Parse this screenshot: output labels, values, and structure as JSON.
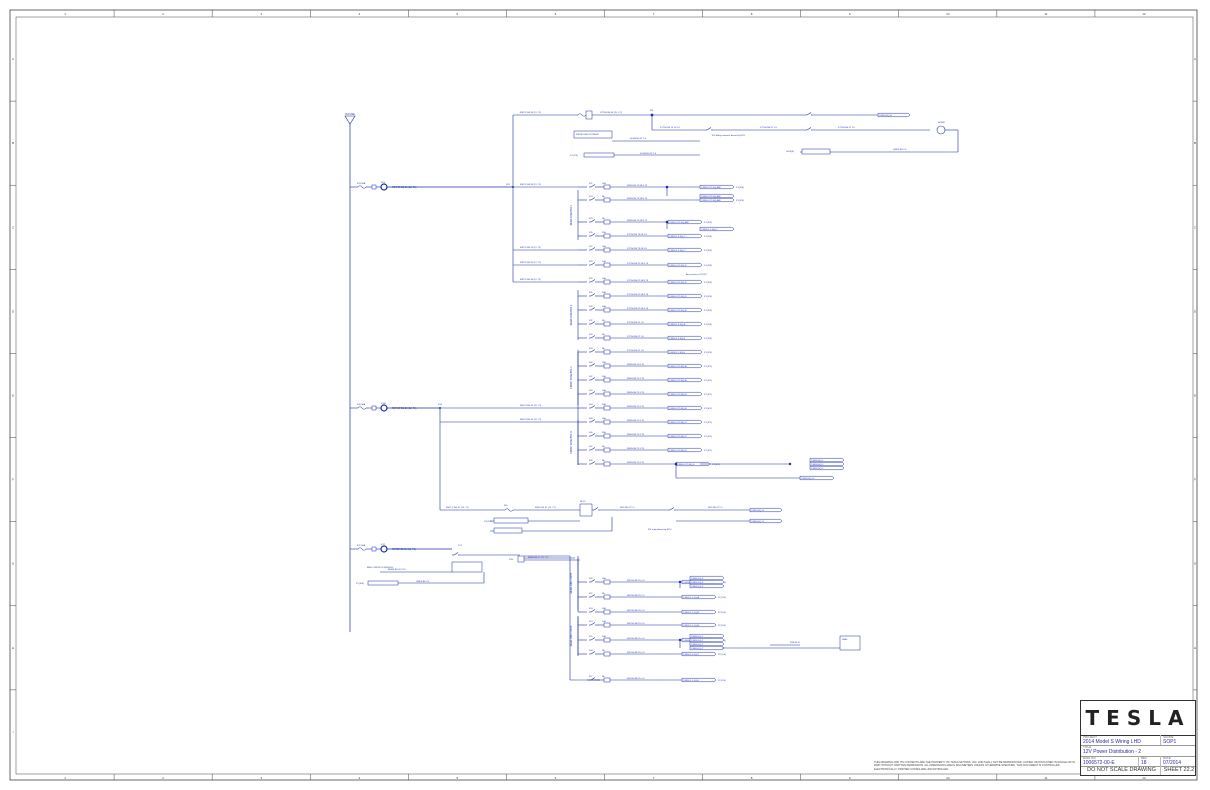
{
  "border": {
    "columns": [
      "1",
      "2",
      "3",
      "4",
      "5",
      "6",
      "7",
      "8",
      "9",
      "10",
      "11",
      "12"
    ],
    "rows": [
      "A",
      "B",
      "C",
      "D",
      "E",
      "F",
      "G",
      "H",
      "I"
    ]
  },
  "title_block": {
    "logo": "TESLA",
    "project_label": "PROJECT",
    "project": "2014 Model S Wiring LHD",
    "scope_label": "SCOPE",
    "scope": "SOP1",
    "title_label": "TITLE",
    "title": "12V Power Distribution - 2",
    "drawing_label": "DWG NO",
    "drawing_no": "1006572-00-E",
    "rev_label": "REV",
    "rev": "18",
    "date_label": "DATE",
    "date": "07/2014",
    "footer_left": "DO NOT SCALE DRAWING",
    "footer_right": "SHEET 22.2"
  },
  "notes": "THIS DRAWING AND ITS CONTENTS ARE THE PROPERTY OF TESLA MOTORS, INC. AND SHALL NOT BE REPRODUCED, COPIED OR DISCLOSED IN WHOLE OR IN PART WITHOUT WRITTEN PERMISSION. ALL DIMENSIONS ARE IN MILLIMETERS UNLESS OTHERWISE SPECIFIED. THIS DOCUMENT IS CONTROLLED ELECTRONICALLY; PRINTED COPIES ARE UNCONTROLLED.",
  "schematic": {
    "supply_label": "B+FUSE",
    "fuse_groups": [
      {
        "fuse": "F23 50A",
        "relay": "K21",
        "wire": "RST SP B0 20 (12, 71)",
        "splice": "S21"
      },
      {
        "fuse": "F20 50A",
        "relay": "K1-E",
        "wire": "RST SP B0 20 (12, 71)",
        "splice": "S14"
      },
      {
        "fuse": "F11 50A",
        "relay": "K17",
        "wire": "RSTSP B0 20 (12, 71)",
        "splice": "S06"
      }
    ],
    "branch_wires": [
      "RST11 B0 30 (12, 71)",
      "RST11 B0 30 (12, 71)",
      "RST11 B0 32 (12, 71)",
      "RST11 B0 32 (12, 71)",
      "RST11 B0 30 (12, 71)",
      "RST21 B0 32 (12, 71)",
      "RST21 B0 32 (12, 71)",
      "RST1 T BG 0T (12, 71)"
    ],
    "rail_labels": [
      "REAR FUSE BOX 1",
      "REAR FUSE BOX 2",
      "FRONT FUSE BOX 3",
      "FRONT FUSE BOX 4",
      "REAR JUNCTION 5",
      "REAR JUNCTION 6"
    ],
    "top_items": {
      "wire_a": "STTS0 B0 00 (15, 1.2)",
      "wire_b": "STTS0 B0 10 10 2.0",
      "wire_c": "STTS0 B0 07 1.0",
      "wire_d": "STTS0 B0 07 1.0",
      "wire_e": "SCHS B0 07 1.0",
      "wire_f": "GNDS B0 2.0",
      "wire_g": "SCHS B0 07 1.0",
      "relay_note": "F/F Relay contacts driven by ECU",
      "horn": "HORN",
      "connector": "X1 (7/4)",
      "ground": "G2 R(4)"
    },
    "fused_circuits": [
      {
        "fuse": "F21",
        "amp": "10A",
        "wire": "FRSS B0 75 08 0.75",
        "dest": "FSRG 0.75 SQ-A/B",
        "ref": "X1 (3/9)"
      },
      {
        "fuse": "F24",
        "amp": "5A",
        "wire": "FRSS B0 75 08 0.75",
        "dest": "FSRG 0.75 SQ-A/B",
        "ref": "X1 (3/9)"
      },
      {
        "fuse": "F25",
        "amp": "5A",
        "wire": "FRSS B0 75 08 0.75",
        "dest": "FSRG 0.75 SQ-A/B",
        "ref": "X1 (3/9)"
      },
      {
        "fuse": "F26",
        "amp": "15A",
        "wire": "STTS0 B0 75 08 1.0",
        "dest": "FSRG 1.0 SQ-C",
        "ref": "X1 (3/9)"
      },
      {
        "fuse": "F27",
        "amp": "15A",
        "wire": "STTS0 B0 75 08 1.0",
        "dest": "FSRG 1.0 SQ-C",
        "ref": "X1 (3/9)"
      },
      {
        "fuse": "F28",
        "amp": "10A",
        "wire": "STTS0 B0 07 08 0.75",
        "dest": "FSRG 0.75 SQ-D",
        "ref": "X1 (3/9)"
      },
      {
        "fuse": "F29",
        "amp": "10A",
        "wire": "STTS0 B0 07 08 0.75",
        "dest": "FSRG 0.75 SQ-D",
        "ref": "X1 (3/9)"
      },
      {
        "fuse": "F30",
        "amp": "10A",
        "wire": "STTS0 B0 07 08 0.75",
        "dest": "FSRG 0.75 SQ-D",
        "ref": "X1 (3/9)"
      },
      {
        "fuse": "F31",
        "amp": "20A",
        "wire": "STTS0 B0 07 08 0.75",
        "dest": "FSRG 0.75 SQ-E",
        "ref": "X1 (3/9)"
      },
      {
        "fuse": "F32",
        "amp": "5A",
        "wire": "STTS0 B0 07 1.0",
        "dest": "FSRG 1.0 SQ-E",
        "ref": "X1 (3/9)"
      },
      {
        "fuse": "F33",
        "amp": "5A",
        "wire": "STTS0 B0 07 1.0",
        "dest": "FSRG 1.0 SQ-F",
        "ref": "X1 (3/9)"
      },
      {
        "fuse": "F34",
        "amp": "5A",
        "wire": "STTS0 B0 07 1.0",
        "dest": "FSRG 1.0 SQ-F",
        "ref": "X1 (3/9)"
      },
      {
        "fuse": "F41",
        "amp": "15A",
        "wire": "FRSS B0 20 0.75",
        "dest": "FSRG 0.75 RQ-A",
        "ref": "X1 (4/2)"
      },
      {
        "fuse": "F42",
        "amp": "10A",
        "wire": "FRSS B0 21 0.75",
        "dest": "FSRG 0.75 RQ-A",
        "ref": "X1 (4/2)"
      },
      {
        "fuse": "F43",
        "amp": "10A",
        "wire": "FRSS B0 21 0.75",
        "dest": "FSRG 0.75 RQ-B",
        "ref": "X1 (4/2)"
      },
      {
        "fuse": "F44",
        "amp": "10A",
        "wire": "FRSS B0 21 0.75",
        "dest": "FSRG 0.75 RQ-B",
        "ref": "X1 (4/2)"
      },
      {
        "fuse": "F45",
        "amp": "10A",
        "wire": "FRSS B0 21 0.75",
        "dest": "FSRG 0.75 RQ-C",
        "ref": "X1 (4/2)"
      },
      {
        "fuse": "F46",
        "amp": "20A",
        "wire": "FRSS B0 21 0.75",
        "dest": "FSRG 0.75 RQ-C",
        "ref": "X1 (4/2)"
      },
      {
        "fuse": "F47",
        "amp": "5A",
        "wire": "FRSS B0 21 0.75",
        "dest": "FSRG 0.75 RQ-D",
        "ref": "X1 (4/2)"
      },
      {
        "fuse": "F48",
        "amp": "5A",
        "wire": "FRSS B0 21 0.75",
        "dest": "FSRG 0.75 RQ-D",
        "ref": "X1 (4/2)"
      }
    ],
    "lower_circuits": [
      {
        "fuse": "F51",
        "amp": "10A",
        "wire": "FRCSS B0 25 1.0",
        "dest": "FSRG 1.0 LQ-A",
        "ref": "X2 (1/4)"
      },
      {
        "fuse": "F52",
        "amp": "5A",
        "wire": "FRCSS B0 25 1.0",
        "dest": "FSRG 1.0 LQ-A",
        "ref": "X2 (1/4)"
      },
      {
        "fuse": "F53",
        "amp": "10A",
        "wire": "FRCSS B0 25 1.0",
        "dest": "FSRG 1.0 LQ-B",
        "ref": "X2 (1/4)"
      },
      {
        "fuse": "F54",
        "amp": "10A",
        "wire": "FRCSS B0 25 1.0",
        "dest": "FSRG 1.0 LQ-B",
        "ref": "X2 (1/4)"
      },
      {
        "fuse": "F55",
        "amp": "10A",
        "wire": "FRCSS B0 25 1.0",
        "dest": "FSRG 1.0 LQ-C",
        "ref": "X2 (1/4)"
      },
      {
        "fuse": "F56",
        "amp": "5A",
        "wire": "FRCSS B0 25 1.0",
        "dest": "FSRG 1.0 LQ-C",
        "ref": "X2 (1/4)"
      },
      {
        "fuse": "F57",
        "amp": "5A",
        "wire": "FRCSS B0 25 1.0",
        "dest": "FSRG 1.0 LQ-D",
        "ref": "X2 (1/4)"
      }
    ],
    "mid_items": {
      "relay": "RLY3",
      "wire_a": "FRSC B0 07 (12, 71)",
      "wire_b": "FRC B0 07 1.5",
      "wire_c": "FRC B0 07 1.5",
      "dest_a": "FSRG SQ-G",
      "dest_b": "FSRG SQ-G",
      "note": "F/F relay driven by ECU",
      "conn": "X3 (2/1)"
    },
    "bottom_items": {
      "module": "BMS CONTROL MODULE",
      "wire_a": "BDMS B0 07 0.75",
      "wire_b": "GNDS B0 2.0",
      "conn": "X7 (6/4)",
      "splice": "S33",
      "bus_wire": "FRSS B0 07 (12, 71)",
      "extra_note": "DIAG"
    }
  }
}
